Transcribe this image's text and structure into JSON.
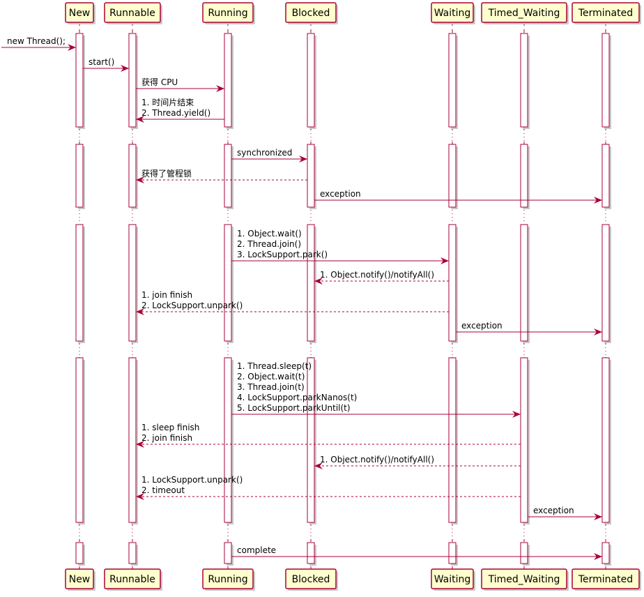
{
  "participants": [
    {
      "id": "new",
      "label": "New"
    },
    {
      "id": "runnable",
      "label": "Runnable"
    },
    {
      "id": "running",
      "label": "Running"
    },
    {
      "id": "blocked",
      "label": "Blocked"
    },
    {
      "id": "waiting",
      "label": "Waiting"
    },
    {
      "id": "timed_waiting",
      "label": "Timed_Waiting"
    },
    {
      "id": "terminated",
      "label": "Terminated"
    }
  ],
  "messages": [
    {
      "from": "start",
      "to": "new",
      "lines": [
        "new Thread();"
      ],
      "style": "solid"
    },
    {
      "from": "new",
      "to": "runnable",
      "lines": [
        "start()"
      ],
      "style": "solid"
    },
    {
      "from": "runnable",
      "to": "running",
      "lines": [
        "获得 CPU"
      ],
      "style": "solid"
    },
    {
      "from": "running",
      "to": "runnable",
      "lines": [
        "1. 时间片结束",
        "2. Thread.yield()"
      ],
      "style": "solid"
    },
    {
      "from": "running",
      "to": "blocked",
      "lines": [
        "synchronized"
      ],
      "style": "solid"
    },
    {
      "from": "blocked",
      "to": "runnable",
      "lines": [
        "获得了管程锁"
      ],
      "style": "dashed"
    },
    {
      "from": "blocked",
      "to": "terminated",
      "lines": [
        "exception"
      ],
      "style": "solid"
    },
    {
      "from": "running",
      "to": "waiting",
      "lines": [
        "1. Object.wait()",
        "2. Thread.join()",
        "3. LockSupport.park()"
      ],
      "style": "solid"
    },
    {
      "from": "waiting",
      "to": "blocked",
      "lines": [
        "1. Object.notify()/notifyAll()"
      ],
      "style": "dashed"
    },
    {
      "from": "waiting",
      "to": "runnable",
      "lines": [
        "1. join finish",
        "2. LockSupport.unpark()"
      ],
      "style": "dashed"
    },
    {
      "from": "waiting",
      "to": "terminated",
      "lines": [
        "exception"
      ],
      "style": "solid"
    },
    {
      "from": "running",
      "to": "timed_waiting",
      "lines": [
        "1. Thread.sleep(t)",
        "2. Object.wait(t)",
        "3. Thread.join(t)",
        "4. LockSupport.parkNanos(t)",
        "5. LockSupport.parkUntil(t)"
      ],
      "style": "solid"
    },
    {
      "from": "timed_waiting",
      "to": "runnable",
      "lines": [
        "1. sleep finish",
        "2. join finish"
      ],
      "style": "dashed"
    },
    {
      "from": "timed_waiting",
      "to": "blocked",
      "lines": [
        "1. Object.notify()/notifyAll()"
      ],
      "style": "dashed"
    },
    {
      "from": "timed_waiting",
      "to": "runnable",
      "lines": [
        "1. LockSupport.unpark()",
        "2. timeout"
      ],
      "style": "dashed"
    },
    {
      "from": "timed_waiting",
      "to": "terminated",
      "lines": [
        "exception"
      ],
      "style": "solid"
    },
    {
      "from": "running",
      "to": "terminated",
      "lines": [
        "complete"
      ],
      "style": "solid"
    }
  ],
  "colors": {
    "participant_fill": "#FEFECE",
    "participant_border": "#A80036",
    "arrow": "#A80036",
    "lifeline": "#A80036",
    "activation_fill": "#FFFFFF",
    "shadow": "#C8C8C8",
    "text": "#000000"
  }
}
